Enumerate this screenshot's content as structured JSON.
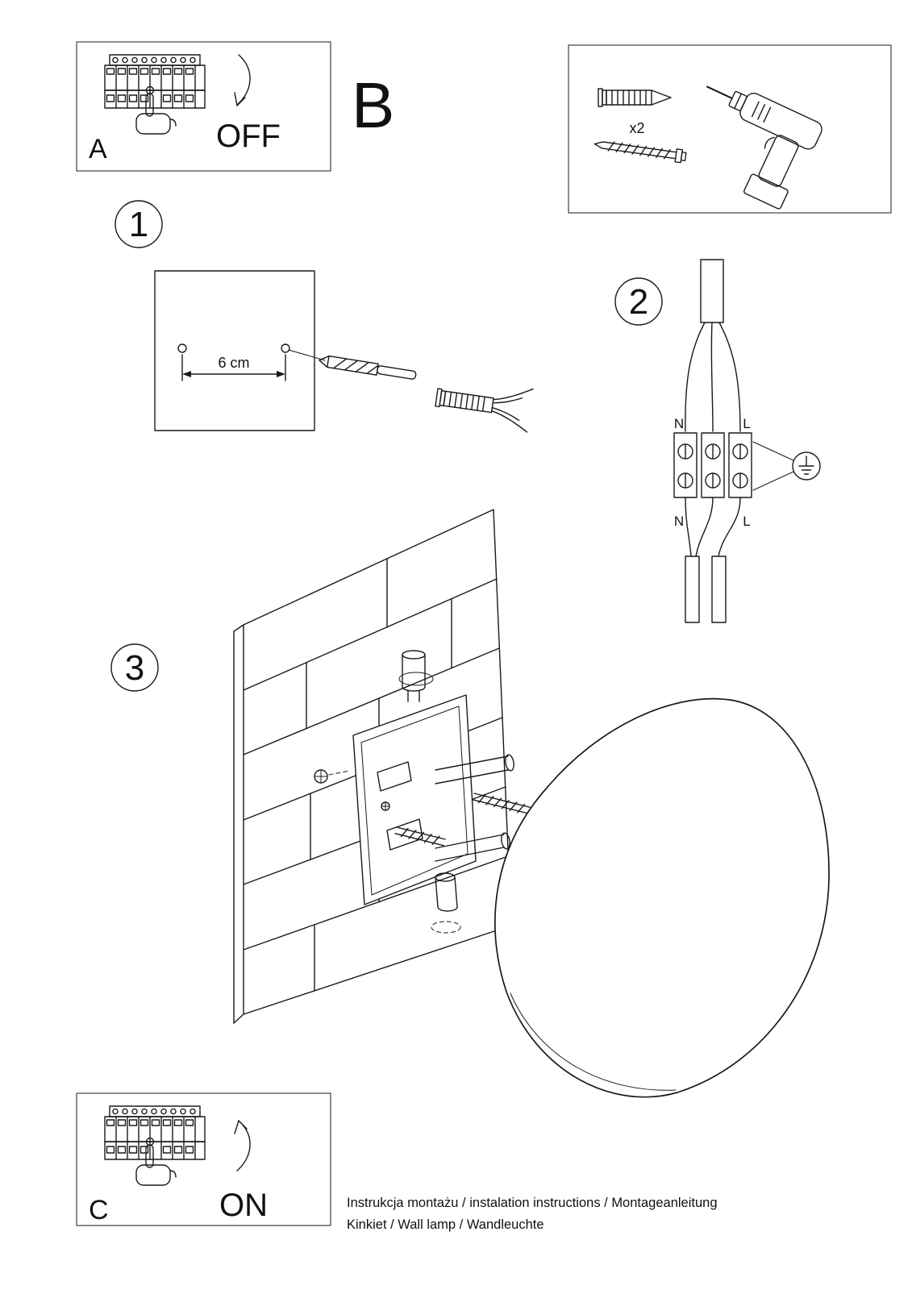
{
  "page": {
    "background": "#ffffff",
    "ink": "#1a1a1a"
  },
  "power_off_box": {
    "label": "A",
    "state": "OFF"
  },
  "power_on_box": {
    "label": "C",
    "state": "ON"
  },
  "parts_box": {
    "section_label": "B",
    "anchor_quantity": "x2"
  },
  "steps": {
    "step1": {
      "number": "1",
      "hole_spacing": "6 cm"
    },
    "step2": {
      "number": "2",
      "terminals": {
        "top_left": "N",
        "top_right": "L",
        "bottom_left": "N",
        "bottom_right": "L"
      }
    },
    "step3": {
      "number": "3"
    }
  },
  "footer": {
    "line1": "Instrukcja montażu / instalation instructions / Montageanleitung",
    "line2": "Kinkiet / Wall lamp / Wandleuchte"
  }
}
